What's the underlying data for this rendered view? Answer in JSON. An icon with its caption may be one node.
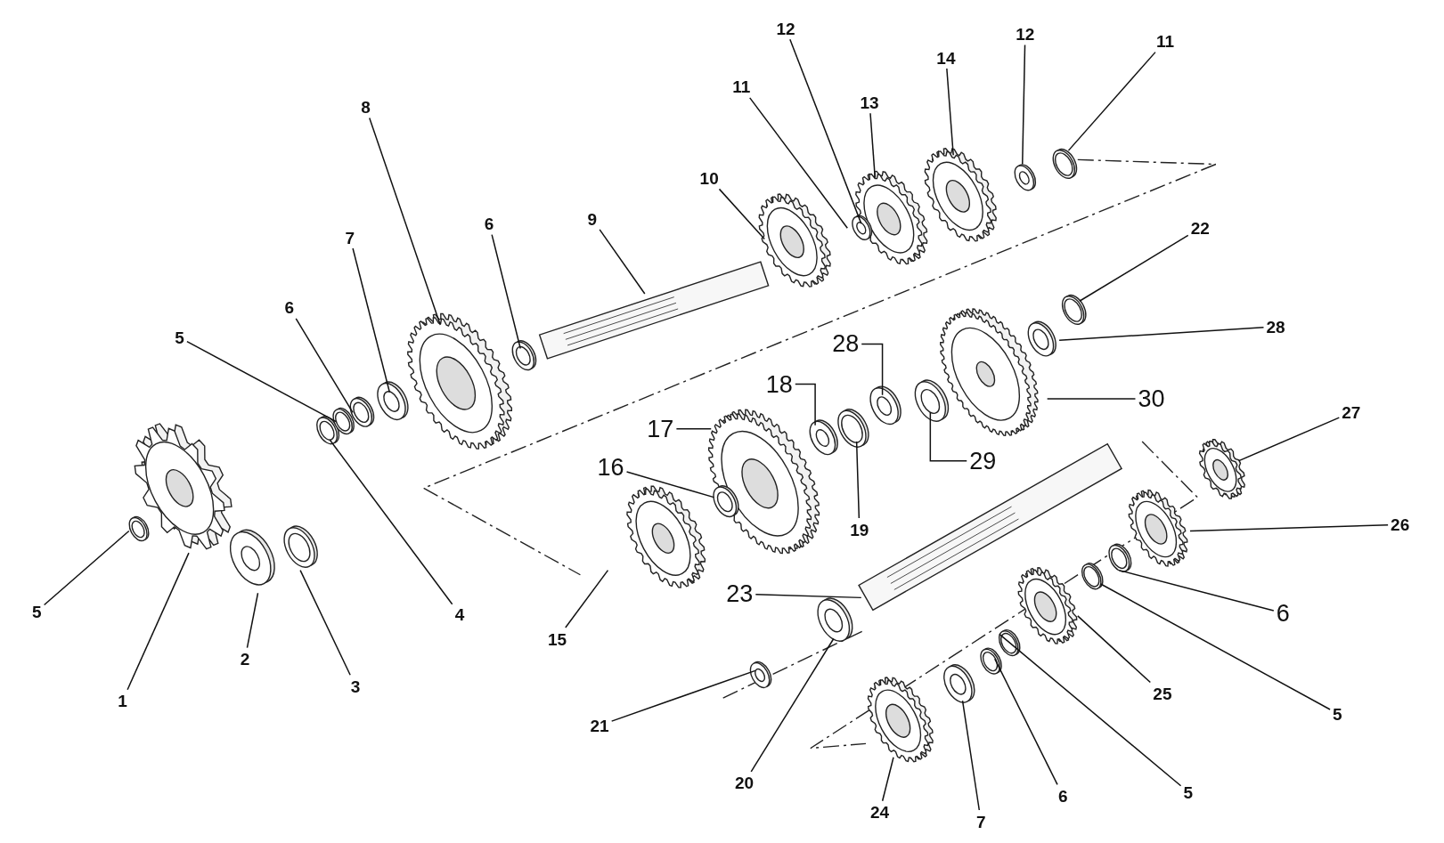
{
  "diagram": {
    "nodes": [
      {
        "text": [
          "12"
        ]
      },
      {
        "text": [
          "12"
        ]
      },
      {
        "text": [
          "11"
        ]
      },
      {
        "text": [
          "14"
        ]
      },
      {
        "text": [
          "11"
        ]
      },
      {
        "text": [
          "13"
        ]
      },
      {
        "text": [
          "8"
        ]
      },
      {
        "text": [
          "10"
        ]
      },
      {
        "text": [
          "9"
        ]
      },
      {
        "text": [
          "6"
        ]
      },
      {
        "text": [
          "22"
        ]
      },
      {
        "text": [
          "7"
        ]
      },
      {
        "text": [
          "6"
        ]
      },
      {
        "text": [
          "28"
        ]
      },
      {
        "text": [
          "5"
        ]
      },
      {
        "text": [
          "28"
        ]
      },
      {
        "text": [
          "18"
        ]
      },
      {
        "text": [
          "30"
        ]
      },
      {
        "text": [
          "27"
        ]
      },
      {
        "text": [
          "17"
        ]
      },
      {
        "text": [
          "29"
        ]
      },
      {
        "text": [
          "16"
        ]
      },
      {
        "text": [
          "26"
        ]
      },
      {
        "text": [
          "19"
        ]
      },
      {
        "text": [
          "23"
        ]
      },
      {
        "text": [
          "5"
        ]
      },
      {
        "text": [
          "6"
        ]
      },
      {
        "text": [
          "4"
        ]
      },
      {
        "text": [
          "15"
        ]
      },
      {
        "text": [
          "2"
        ]
      },
      {
        "text": [
          "3"
        ]
      },
      {
        "text": [
          "25"
        ]
      },
      {
        "text": [
          "1"
        ]
      },
      {
        "text": [
          "5"
        ]
      },
      {
        "text": [
          "21"
        ]
      },
      {
        "text": [
          "20"
        ]
      },
      {
        "text": [
          "5"
        ]
      },
      {
        "text": [
          "6"
        ]
      },
      {
        "text": [
          "24"
        ]
      },
      {
        "text": [
          "7"
        ]
      }
    ],
    "edges": [
      {
        "from": 0,
        "to": null,
        "arrow": "none"
      },
      {
        "from": 1,
        "to": null,
        "arrow": "none"
      },
      {
        "from": 2,
        "to": null,
        "arrow": "none"
      },
      {
        "from": 3,
        "to": null,
        "arrow": "none"
      },
      {
        "from": 4,
        "to": null,
        "arrow": "none"
      },
      {
        "from": 5,
        "to": null,
        "arrow": "none"
      },
      {
        "from": 6,
        "to": null,
        "arrow": "none"
      },
      {
        "from": 7,
        "to": null,
        "arrow": "none"
      },
      {
        "from": 8,
        "to": null,
        "arrow": "none"
      },
      {
        "from": 9,
        "to": null,
        "arrow": "none"
      },
      {
        "from": 10,
        "to": null,
        "arrow": "none"
      },
      {
        "from": 11,
        "to": null,
        "arrow": "none"
      },
      {
        "from": 12,
        "to": null,
        "arrow": "none"
      },
      {
        "from": 13,
        "to": null,
        "arrow": "none"
      },
      {
        "from": 14,
        "to": null,
        "arrow": "none"
      },
      {
        "from": 15,
        "to": null,
        "arrow": "none"
      },
      {
        "from": 16,
        "to": null,
        "arrow": "none"
      },
      {
        "from": 17,
        "to": null,
        "arrow": "none"
      },
      {
        "from": 18,
        "to": null,
        "arrow": "none"
      },
      {
        "from": 19,
        "to": null,
        "arrow": "none"
      },
      {
        "from": 20,
        "to": null,
        "arrow": "none"
      },
      {
        "from": 21,
        "to": null,
        "arrow": "none"
      },
      {
        "from": 22,
        "to": null,
        "arrow": "none"
      },
      {
        "from": 23,
        "to": null,
        "arrow": "none"
      },
      {
        "from": 24,
        "to": null,
        "arrow": "none"
      },
      {
        "from": 25,
        "to": null,
        "arrow": "none"
      },
      {
        "from": 26,
        "to": null,
        "arrow": "none"
      },
      {
        "from": 27,
        "to": null,
        "arrow": "none"
      },
      {
        "from": 28,
        "to": null,
        "arrow": "none"
      },
      {
        "from": 29,
        "to": null,
        "arrow": "none"
      },
      {
        "from": 30,
        "to": null,
        "arrow": "none"
      },
      {
        "from": 31,
        "to": null,
        "arrow": "none"
      },
      {
        "from": 32,
        "to": null,
        "arrow": "none"
      },
      {
        "from": 33,
        "to": null,
        "arrow": "none"
      },
      {
        "from": 34,
        "to": null,
        "arrow": "none"
      },
      {
        "from": 35,
        "to": null,
        "arrow": "none"
      },
      {
        "from": 36,
        "to": null,
        "arrow": "none"
      },
      {
        "from": 37,
        "to": null,
        "arrow": "none"
      },
      {
        "from": 38,
        "to": null,
        "arrow": "none"
      },
      {
        "from": 39,
        "to": null,
        "arrow": "none"
      }
    ]
  }
}
